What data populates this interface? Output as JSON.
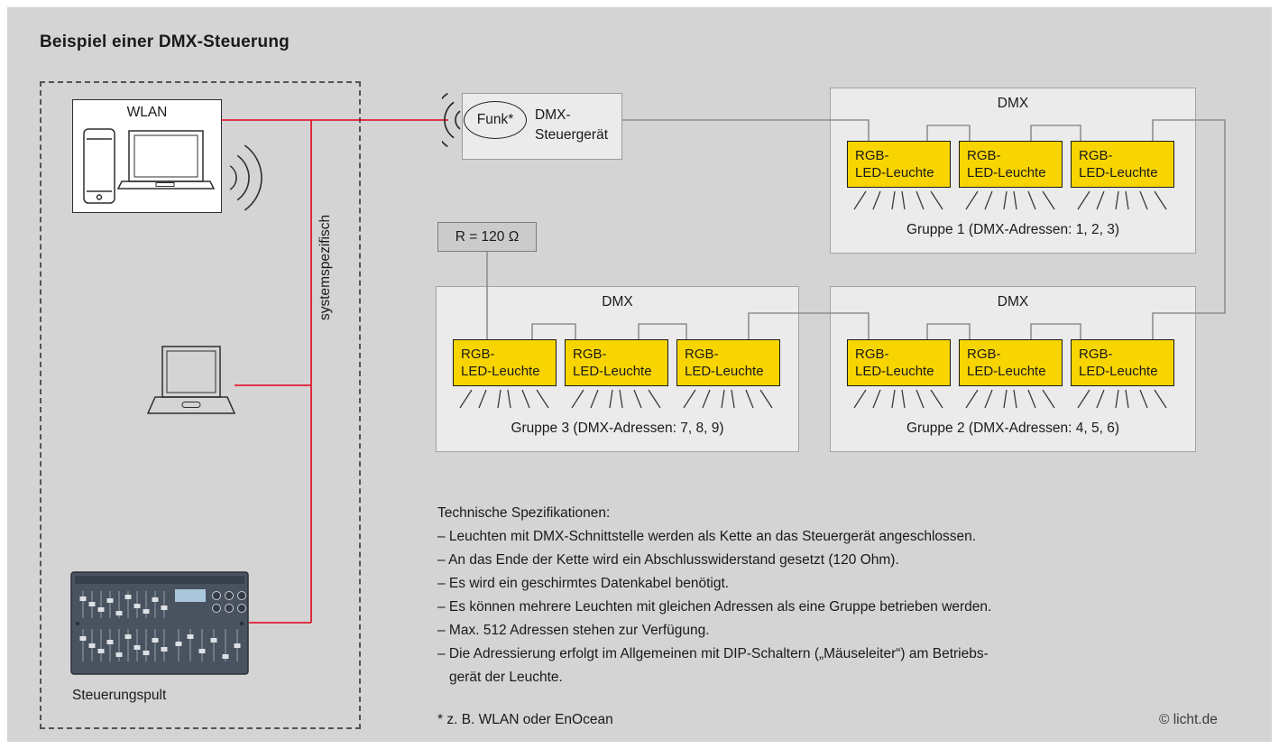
{
  "title": "Beispiel einer DMX-Steuerung",
  "left_panel": {
    "wlan_label": "WLAN",
    "system_label": "systemspezifisch",
    "console_label": "Steuerungspult"
  },
  "controller": {
    "funk_label": "Funk*",
    "name_line1": "DMX-",
    "name_line2": "Steuergerät"
  },
  "terminator_label": "R = 120 Ω",
  "groups": [
    {
      "dmx_label": "DMX",
      "caption": "Gruppe 1 (DMX-Adressen: 1, 2, 3)",
      "lamps": [
        {
          "line1": "RGB-",
          "line2": "LED-Leuchte"
        },
        {
          "line1": "RGB-",
          "line2": "LED-Leuchte"
        },
        {
          "line1": "RGB-",
          "line2": "LED-Leuchte"
        }
      ]
    },
    {
      "dmx_label": "DMX",
      "caption": "Gruppe 2 (DMX-Adressen: 4, 5, 6)",
      "lamps": [
        {
          "line1": "RGB-",
          "line2": "LED-Leuchte"
        },
        {
          "line1": "RGB-",
          "line2": "LED-Leuchte"
        },
        {
          "line1": "RGB-",
          "line2": "LED-Leuchte"
        }
      ]
    },
    {
      "dmx_label": "DMX",
      "caption": "Gruppe 3 (DMX-Adressen: 7, 8, 9)",
      "lamps": [
        {
          "line1": "RGB-",
          "line2": "LED-Leuchte"
        },
        {
          "line1": "RGB-",
          "line2": "LED-Leuchte"
        },
        {
          "line1": "RGB-",
          "line2": "LED-Leuchte"
        }
      ]
    }
  ],
  "specs": {
    "heading": "Technische Spezifikationen:",
    "lines": [
      "– Leuchten mit DMX-Schnittstelle werden als Kette an das Steuergerät angeschlossen.",
      "– An das Ende der Kette wird ein Abschlusswiderstand gesetzt (120 Ohm).",
      "– Es wird ein geschirmtes Datenkabel benötigt.",
      "– Es können mehrere Leuchten mit gleichen Adressen als eine Gruppe betrieben werden.",
      "– Max. 512 Adressen stehen zur Verfügung.",
      "– Die Adressierung erfolgt im Allgemeinen mit DIP-Schaltern („Mäuseleiter“) am Betriebs-",
      "gerät der Leuchte."
    ]
  },
  "footnote": "* z. B. WLAN oder EnOcean",
  "copyright": "© licht.de",
  "colors": {
    "canvas_bg": "#d4d4d4",
    "box_bg": "#ebebeb",
    "lamp_yellow": "#f8d500",
    "wire_red": "#e2001a",
    "wire_gray": "#8f8f8f"
  }
}
